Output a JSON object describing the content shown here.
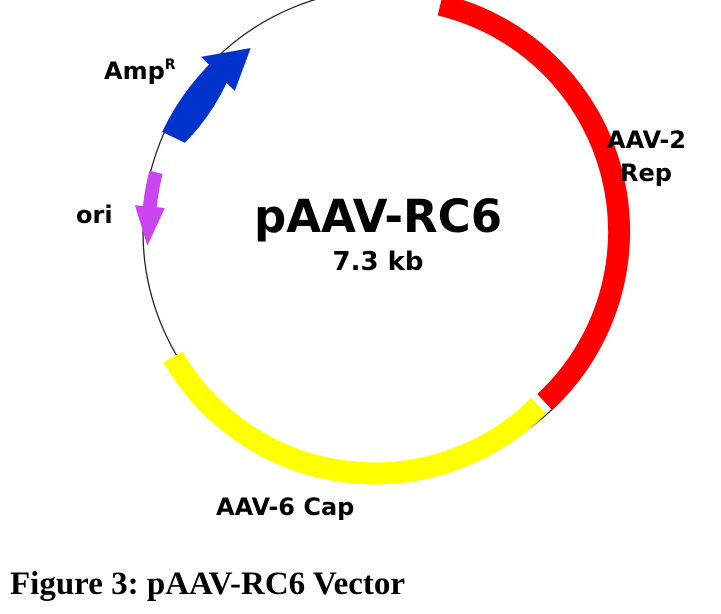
{
  "plasmid": {
    "name": "pAAV-RC6",
    "size": "7.3 kb"
  },
  "features": {
    "rep": {
      "label_line1": "AAV-2",
      "label_line2": "Rep",
      "color": "#ff0000"
    },
    "cap": {
      "label": "AAV-6 Cap",
      "color": "#ffff00"
    },
    "amp": {
      "label": "Amp",
      "superscript": "R",
      "color": "#0033cc"
    },
    "ori": {
      "label": "ori",
      "color": "#cc44ee"
    }
  },
  "caption": "Figure 3: pAAV-RC6 Vector"
}
